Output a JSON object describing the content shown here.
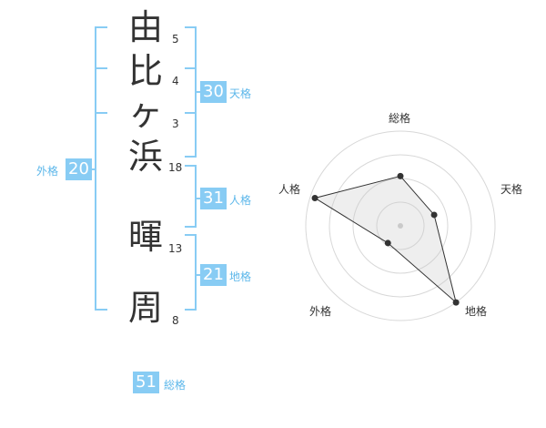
{
  "name_chars": [
    {
      "char": "由",
      "strokes": "5"
    },
    {
      "char": "比",
      "strokes": "4"
    },
    {
      "char": "ヶ",
      "strokes": "3"
    },
    {
      "char": "浜",
      "strokes": "18"
    },
    {
      "char": "暉",
      "strokes": "13"
    },
    {
      "char": "周",
      "strokes": "8"
    }
  ],
  "kaku": {
    "tenkaku": {
      "value": "30",
      "label": "天格"
    },
    "jinkaku": {
      "value": "31",
      "label": "人格"
    },
    "chikaku": {
      "value": "21",
      "label": "地格"
    },
    "gaikaku": {
      "value": "20",
      "label": "外格"
    },
    "soukaku": {
      "value": "51",
      "label": "総格"
    }
  },
  "colors": {
    "accent": "#88ccf4",
    "label": "#5cb7ea",
    "bracket": "#88ccf4"
  },
  "chart_data": {
    "type": "radar",
    "axes": [
      "総格",
      "天格",
      "地格",
      "外格",
      "人格"
    ],
    "levels": 4,
    "max": 4,
    "values": [
      2.1,
      1.5,
      4.0,
      0.9,
      3.8
    ]
  }
}
